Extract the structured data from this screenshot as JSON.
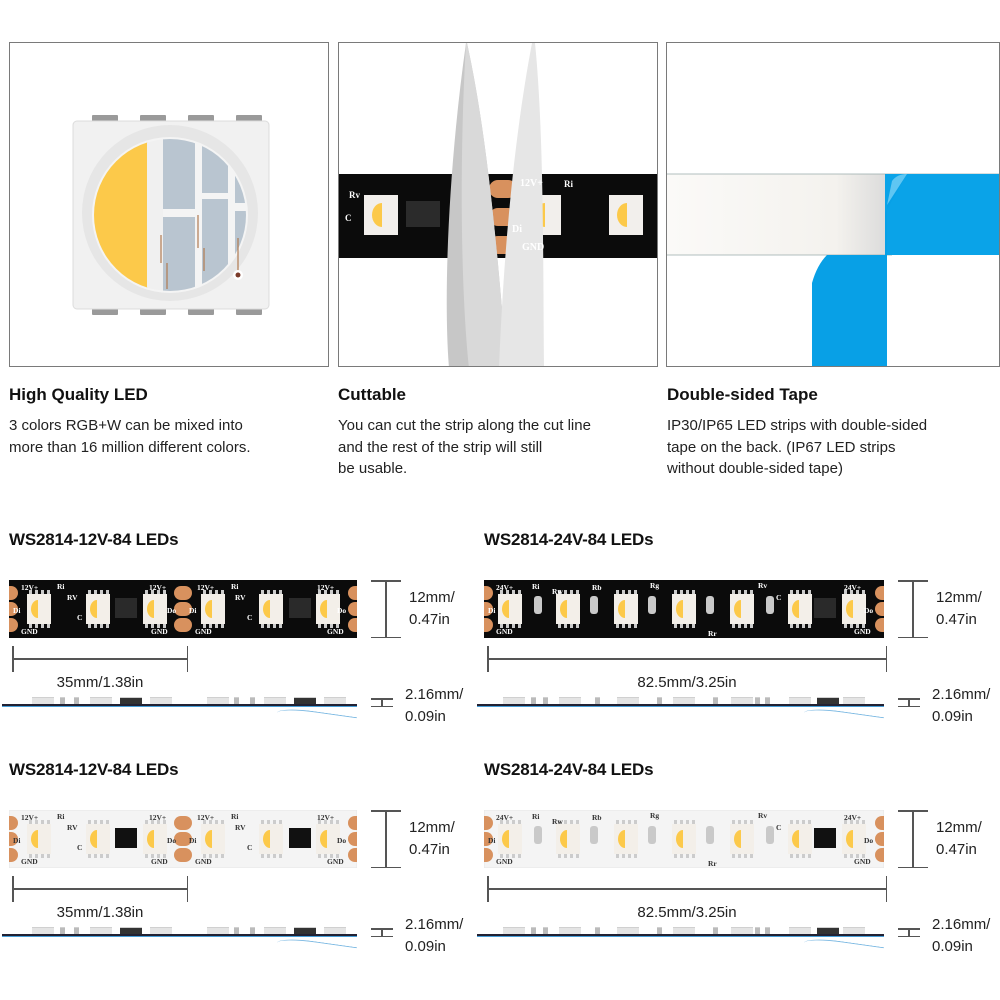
{
  "features": [
    {
      "title": "High Quality LED",
      "description_lines": [
        "3 colors RGB+W can be mixed into",
        "more than 16 million different colors."
      ],
      "image": "rgbw-5050-led-chip"
    },
    {
      "title": "Cuttable",
      "description_lines": [
        "You can cut the strip along the cut line",
        "and the rest of the strip will still",
        "be usable."
      ],
      "image": "scissors-cutting-strip",
      "strip_labels": {
        "v": "12V+",
        "di": "Di",
        "gnd": "GND",
        "ri": "Ri",
        "rv": "Rv",
        "c": "C"
      }
    },
    {
      "title": "Double-sided Tape",
      "description_lines": [
        "IP30/IP65 LED strips with double-sided",
        "tape on the back. (IP67 LED strips",
        "without double-sided tape)"
      ],
      "image": "peeling-blue-tape"
    }
  ],
  "strips": [
    {
      "title": "WS2814-12V-84 LEDs",
      "pcb_color": "black",
      "labels": {
        "v": "12V+",
        "di": "Di",
        "do": "Do",
        "gnd": "GND",
        "ri": "Ri",
        "rv": "RV",
        "c": "C"
      },
      "segment_length": "35mm/1.38in",
      "width_mm": "12mm/",
      "width_in": "0.47in",
      "thickness_mm": "2.16mm/",
      "thickness_in": "0.09in"
    },
    {
      "title": "WS2814-24V-84 LEDs",
      "pcb_color": "black",
      "labels": {
        "v": "24V+",
        "di": "Di",
        "do": "Do",
        "gnd": "GND",
        "ri": "Ri",
        "rw": "Rw",
        "rb": "Rb",
        "rg": "Rg",
        "rr": "Rr",
        "rv": "Rv",
        "c": "C"
      },
      "segment_length": "82.5mm/3.25in",
      "width_mm": "12mm/",
      "width_in": "0.47in",
      "thickness_mm": "2.16mm/",
      "thickness_in": "0.09in"
    },
    {
      "title": "WS2814-12V-84 LEDs",
      "pcb_color": "white",
      "labels": {
        "v": "12V+",
        "di": "Di",
        "do": "Do",
        "gnd": "GND",
        "ri": "Ri",
        "rv": "RV",
        "c": "C"
      },
      "segment_length": "35mm/1.38in",
      "width_mm": "12mm/",
      "width_in": "0.47in",
      "thickness_mm": "2.16mm/",
      "thickness_in": "0.09in"
    },
    {
      "title": "WS2814-24V-84 LEDs",
      "pcb_color": "white",
      "labels": {
        "v": "24V+",
        "di": "Di",
        "do": "Do",
        "gnd": "GND",
        "ri": "Ri",
        "rw": "Rw",
        "rb": "Rb",
        "rg": "Rg",
        "rr": "Rr",
        "rv": "Rv",
        "c": "C"
      },
      "segment_length": "82.5mm/3.25in",
      "width_mm": "12mm/",
      "width_in": "0.47in",
      "thickness_mm": "2.16mm/",
      "thickness_in": "0.09in"
    }
  ],
  "colors": {
    "pad": "#d8915e",
    "tape_blue": "#0aa3e8",
    "warm_white": "#fcc94a",
    "pcb_black": "#0b0b0b",
    "pcb_white": "#f4f4f4"
  }
}
